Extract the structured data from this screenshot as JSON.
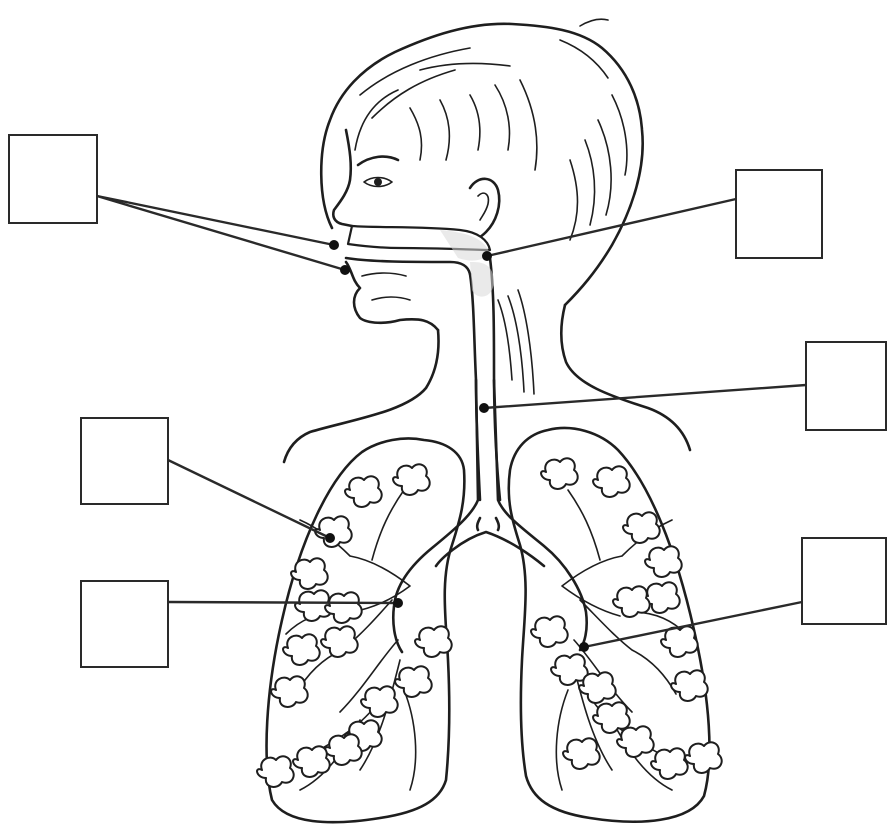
{
  "diagram": {
    "subject": "",
    "label_boxes": [
      {
        "id": "mouth-nose",
        "text": ""
      },
      {
        "id": "pharynx",
        "text": ""
      },
      {
        "id": "trachea",
        "text": ""
      },
      {
        "id": "alveoli",
        "text": ""
      },
      {
        "id": "bronchus-left",
        "text": ""
      },
      {
        "id": "bronchus-right",
        "text": ""
      }
    ]
  }
}
